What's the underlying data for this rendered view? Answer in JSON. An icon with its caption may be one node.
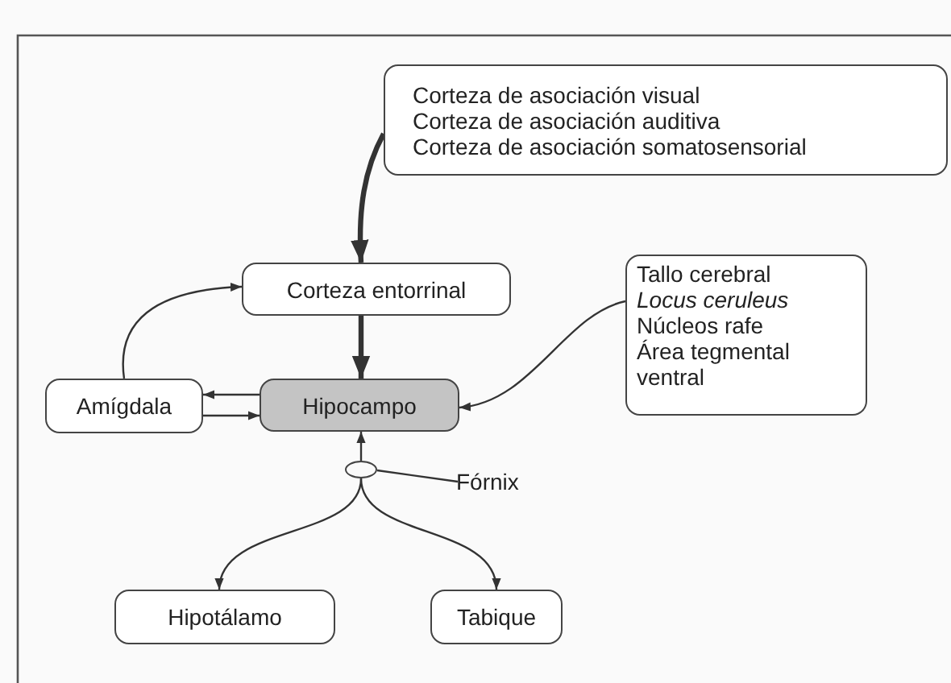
{
  "diagram": {
    "nodes": [
      {
        "text": [
          "Corteza de asociación visual",
          "Corteza de asociación auditiva",
          "Corteza de asociación somatosensorial"
        ]
      },
      {
        "text": [
          "Corteza entorrinal"
        ]
      },
      {
        "text": [
          "Hipocampo"
        ]
      },
      {
        "text": [
          "Amígdala"
        ]
      },
      {
        "text": [
          "Tallo cerebral",
          "Locus ceruleus",
          "Núcleos rafe",
          "Área tegmental ventral"
        ]
      },
      {
        "text": [],
        "shape": "circle"
      },
      {
        "text": [
          "Fórnix"
        ]
      },
      {
        "text": [
          "Hipotálamo"
        ]
      },
      {
        "text": [
          "Tabique"
        ]
      }
    ],
    "edges": [
      {
        "from": 0,
        "to": 1,
        "arrow": "to",
        "style": "thick"
      },
      {
        "from": 1,
        "to": 2,
        "arrow": "to",
        "style": "thick"
      },
      {
        "from": 3,
        "to": 1,
        "arrow": "to"
      },
      {
        "from": 2,
        "to": 3,
        "arrow": "to"
      },
      {
        "from": 3,
        "to": 2,
        "arrow": "to"
      },
      {
        "from": 4,
        "to": 2,
        "arrow": "to"
      },
      {
        "from": 6,
        "to": 5,
        "arrow": "none"
      },
      {
        "from": 5,
        "to": 2,
        "arrow": "to"
      },
      {
        "from": 5,
        "to": 7,
        "arrow": "to"
      },
      {
        "from": 5,
        "to": 8,
        "arrow": "to"
      }
    ]
  }
}
